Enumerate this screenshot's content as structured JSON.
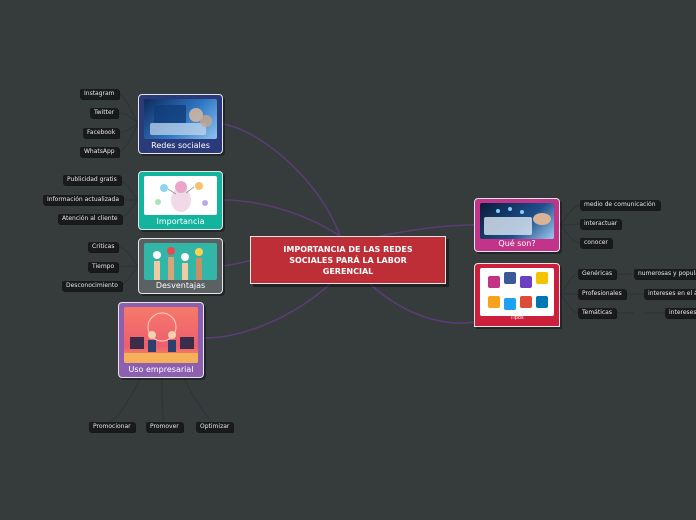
{
  "central": {
    "title": "IMPORTANCIA DE LAS REDES SOCIALES PARÁ LA LABOR GERENCIAL"
  },
  "branches": {
    "redes": {
      "label": "Redes sociales",
      "color": "#2a3a7a",
      "children": [
        "Instagram",
        "Twitter",
        "Facebook",
        "WhatsApp"
      ]
    },
    "importancia": {
      "label": "Importancia",
      "color": "#13b49e",
      "children": [
        "Publicidad gratis",
        "Información actualizada",
        "Atención al cliente"
      ]
    },
    "desventajas": {
      "label": "Desventajas",
      "color": "#5b6163",
      "children": [
        "Criticas",
        "Tiempo",
        "Desconocimiento"
      ]
    },
    "uso": {
      "label": "Uso empresarial",
      "color": "#8d5fb0",
      "children": [
        "Promocionar",
        "Promover",
        "Optimizar"
      ]
    },
    "queson": {
      "label": "Qué son?",
      "color": "#c2348a",
      "children": [
        "medio de comunicación",
        "interactuar",
        "conocer"
      ]
    },
    "tipos": {
      "label": "Tipos",
      "color": "#cc1f3c",
      "children": [
        "Genéricas",
        "Profesionales",
        "Temáticas"
      ],
      "sub": [
        "numerosas y populares",
        "intereses en el ámbito",
        "intereses"
      ]
    }
  },
  "connector_color": "#5a3c73"
}
